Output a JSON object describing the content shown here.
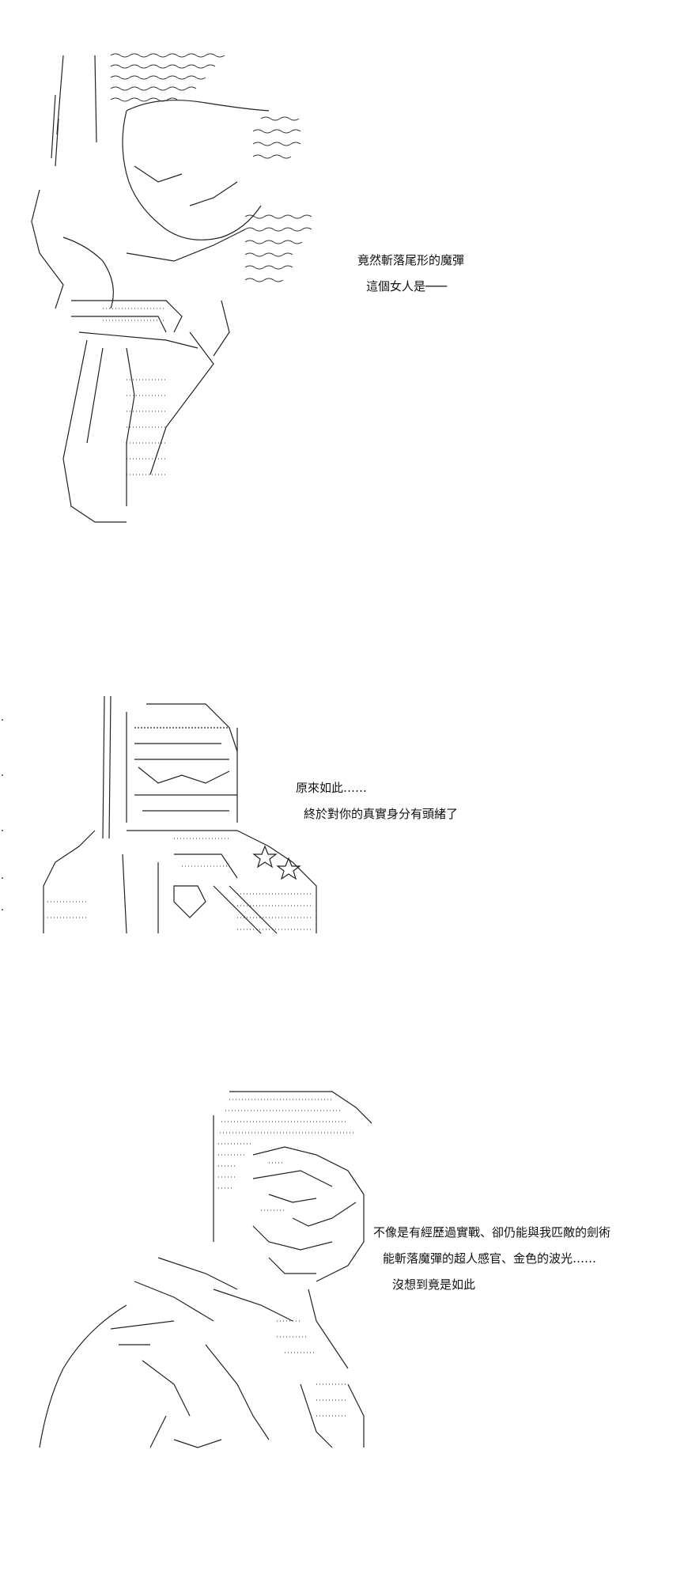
{
  "panels": [
    {
      "dialogue": [
        "竟然斬落尾形的魔彈",
        "這個女人是───"
      ]
    },
    {
      "dialogue": [
        "原來如此……",
        "終於對你的真實身分有頭緒了"
      ]
    },
    {
      "dialogue": [
        "不像是有經歷過實戰、卻仍能與我匹敵的劍術",
        "能斬落魔彈的超人感官、金色的波光……",
        "沒想到竟是如此"
      ]
    }
  ],
  "colors": {
    "background": "#ffffff",
    "ink": "#111111"
  }
}
